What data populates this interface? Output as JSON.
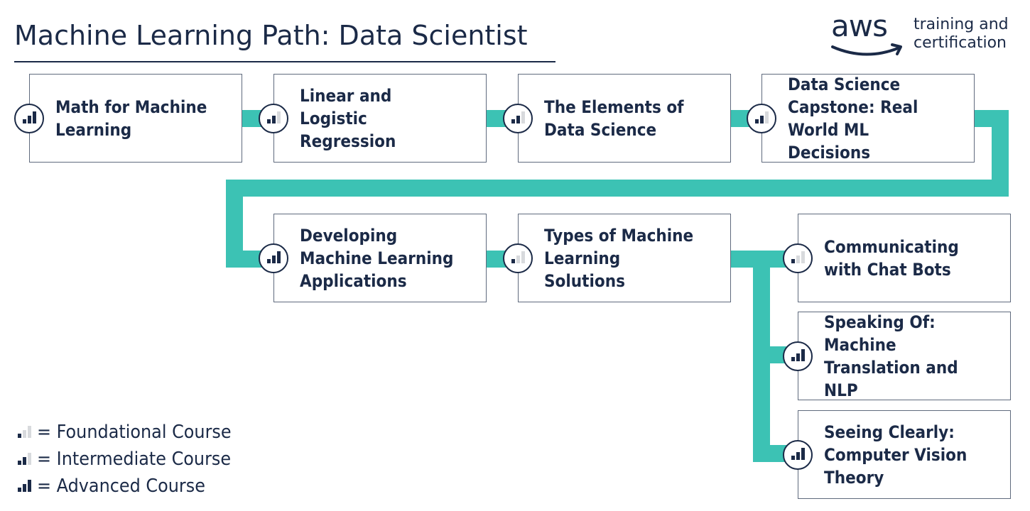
{
  "title": "Machine Learning Path: Data Scientist",
  "logo": {
    "wordmark": "aws",
    "line1": "training and",
    "line2": "certification"
  },
  "colors": {
    "connector": "#3cc2b4",
    "text": "#1b2a47",
    "level_on": "#1b2a47",
    "level_off": "#d8dadd"
  },
  "courses": [
    {
      "title": "Math for Machine Learning",
      "level": "advanced"
    },
    {
      "title": "Linear and Logistic Regression",
      "level": "intermediate"
    },
    {
      "title": "The Elements of Data Science",
      "level": "intermediate"
    },
    {
      "title": "Data Science Capstone: Real World ML Decisions",
      "level": "intermediate"
    },
    {
      "title": "Developing Machine Learning Applications",
      "level": "advanced"
    },
    {
      "title": "Types of Machine Learning Solutions",
      "level": "foundational"
    },
    {
      "title": "Communicating with Chat Bots",
      "level": "foundational"
    },
    {
      "title": "Speaking Of: Machine Translation and NLP",
      "level": "advanced"
    },
    {
      "title": "Seeing Clearly: Computer Vision Theory",
      "level": "advanced"
    }
  ],
  "legend": [
    {
      "level": "foundational",
      "label": "= Foundational Course"
    },
    {
      "level": "intermediate",
      "label": "= Intermediate Course"
    },
    {
      "level": "advanced",
      "label": "= Advanced Course"
    }
  ]
}
